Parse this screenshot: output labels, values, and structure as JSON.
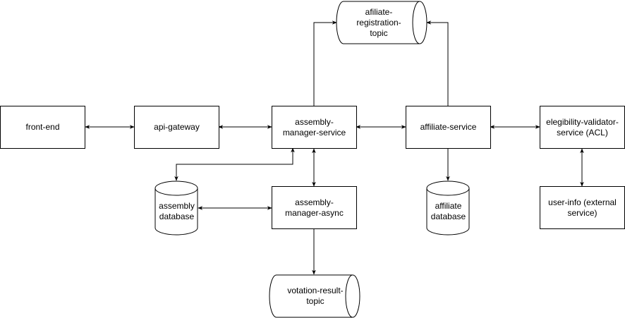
{
  "diagram": {
    "nodes": {
      "front_end": {
        "label": "front-end",
        "shape": "rectangle"
      },
      "api_gateway": {
        "label": "api-gateway",
        "shape": "rectangle"
      },
      "assembly_manager_service": {
        "label": "assembly-manager-service",
        "shape": "rectangle"
      },
      "affiliate_service": {
        "label": "affiliate-service",
        "shape": "rectangle"
      },
      "elegibility_validator": {
        "label": "elegibility-validator-service (ACL)",
        "shape": "rectangle"
      },
      "afiliate_registration_topic": {
        "label": "afiliate-registration-topic",
        "shape": "horizontal-cylinder"
      },
      "assembly_database": {
        "label": "assembly database",
        "shape": "database"
      },
      "assembly_manager_async": {
        "label": "assembly-manager-async",
        "shape": "rectangle"
      },
      "affiliate_database": {
        "label": "affiliate database",
        "shape": "database"
      },
      "user_info": {
        "label": "user-info (external service)",
        "shape": "rectangle"
      },
      "votation_result_topic": {
        "label": "votation-result-topic",
        "shape": "horizontal-cylinder"
      }
    },
    "edges": [
      {
        "from": "front_end",
        "to": "api_gateway",
        "direction": "both"
      },
      {
        "from": "api_gateway",
        "to": "assembly_manager_service",
        "direction": "both"
      },
      {
        "from": "assembly_manager_service",
        "to": "affiliate_service",
        "direction": "both"
      },
      {
        "from": "affiliate_service",
        "to": "elegibility_validator",
        "direction": "both"
      },
      {
        "from": "assembly_manager_service",
        "to": "afiliate_registration_topic",
        "direction": "forward"
      },
      {
        "from": "affiliate_service",
        "to": "afiliate_registration_topic",
        "direction": "forward"
      },
      {
        "from": "assembly_manager_service",
        "to": "assembly_database",
        "direction": "both"
      },
      {
        "from": "assembly_manager_service",
        "to": "assembly_manager_async",
        "direction": "both"
      },
      {
        "from": "assembly_database",
        "to": "assembly_manager_async",
        "direction": "both"
      },
      {
        "from": "affiliate_service",
        "to": "affiliate_database",
        "direction": "forward"
      },
      {
        "from": "elegibility_validator",
        "to": "user_info",
        "direction": "both"
      },
      {
        "from": "assembly_manager_async",
        "to": "votation_result_topic",
        "direction": "forward"
      }
    ],
    "colors": {
      "stroke": "#000000",
      "fill": "#ffffff",
      "text": "#000000"
    }
  }
}
